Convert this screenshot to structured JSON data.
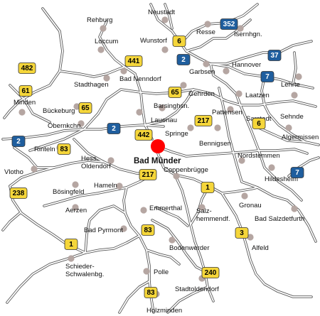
{
  "map": {
    "center_town": {
      "name": "Bad Münder",
      "marker_color": "#ff0000"
    },
    "colors": {
      "federal_road_fill": "#f5d63a",
      "federal_road_text": "#000000",
      "motorway_fill": "#1f5e9e",
      "motorway_text": "#ffffff",
      "town_dot": "#b5a6a2"
    },
    "towns": [
      {
        "name": "Neustadt"
      },
      {
        "name": "Rehburg"
      },
      {
        "name": "Resse"
      },
      {
        "name": "Isernhgn."
      },
      {
        "name": "Loccum"
      },
      {
        "name": "Wunstorf"
      },
      {
        "name": "Garbsen"
      },
      {
        "name": "Hannover"
      },
      {
        "name": "Lehrte"
      },
      {
        "name": "Stadthagen"
      },
      {
        "name": "Bad Nenndorf"
      },
      {
        "name": "Minden"
      },
      {
        "name": "Gehrden"
      },
      {
        "name": "Laatzen"
      },
      {
        "name": "Bückeburg"
      },
      {
        "name": "Barsinghsn."
      },
      {
        "name": "Pattensen"
      },
      {
        "name": "Sehnde"
      },
      {
        "name": "Obernkchn."
      },
      {
        "name": "Lauenau"
      },
      {
        "name": "Sarstedt"
      },
      {
        "name": "Algermissen"
      },
      {
        "name": "Rinteln"
      },
      {
        "name": "Springe"
      },
      {
        "name": "Bennigsen"
      },
      {
        "name": "Hess. Oldendorf"
      },
      {
        "name": "Nordstemmen"
      },
      {
        "name": "Vlotho"
      },
      {
        "name": "Coppenbrügge"
      },
      {
        "name": "Hildesheim"
      },
      {
        "name": "Bösingfeld"
      },
      {
        "name": "Hameln"
      },
      {
        "name": "Aerzen"
      },
      {
        "name": "Emmerthal"
      },
      {
        "name": "Gronau"
      },
      {
        "name": "Salz- hemmendf."
      },
      {
        "name": "Bad Salzdetfurth"
      },
      {
        "name": "Bad Pyrmont"
      },
      {
        "name": "Alfeld"
      },
      {
        "name": "Bodenwerder"
      },
      {
        "name": "Schieder- Schwalenbg."
      },
      {
        "name": "Polle"
      },
      {
        "name": "Stadtoldendorf"
      },
      {
        "name": "Holzminden"
      }
    ],
    "federal_roads": [
      "6",
      "441",
      "482",
      "61",
      "65",
      "65",
      "442",
      "217",
      "217",
      "83",
      "238",
      "6",
      "1",
      "83",
      "1",
      "3",
      "240",
      "83"
    ],
    "motorways": [
      "352",
      "2",
      "37",
      "7",
      "2",
      "2",
      "7"
    ]
  }
}
